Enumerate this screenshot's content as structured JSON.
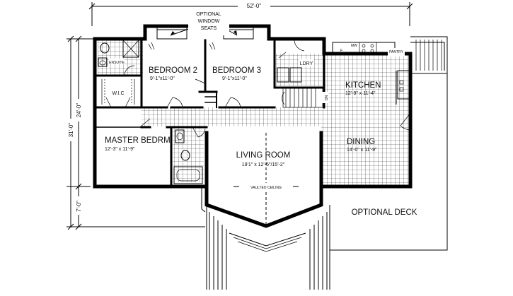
{
  "dimensions": {
    "overall_width": "52'-0\"",
    "overall_depth": "31'-0\"",
    "house_depth": "24'-0\"",
    "deck_depth": "7'-0\""
  },
  "notes": {
    "window_seats_line1": "OPTIONAL",
    "window_seats_line2": "WINDOW",
    "window_seats_line3": "SEATS",
    "vaulted_ceiling": "VAULTED CEILING",
    "optional_deck": "OPTIONAL DECK"
  },
  "rooms": {
    "ensuite": {
      "name": "ENSUITE"
    },
    "wic": {
      "name": "W.I.C"
    },
    "bedroom2": {
      "name": "BEDROOM 2",
      "size": "9'-1\"x11'-0\""
    },
    "bedroom3": {
      "name": "BEDROOM 3",
      "size": "9'-1\"x11'-0\""
    },
    "laundry": {
      "name": "LDRY"
    },
    "kitchen": {
      "name": "KITCHEN",
      "size": "12'-9\" x 11'-4\""
    },
    "master": {
      "name": "MASTER BEDRM",
      "size": "12'-3\" x 11'-9\""
    },
    "living": {
      "name": "LIVING ROOM",
      "size": "19'1\" x 12'-5\"/15'-2\""
    },
    "dining": {
      "name": "DINING",
      "size": "14'-0\" x 11'-9\""
    }
  },
  "fixtures": {
    "fridge": "F",
    "microwave": "MW",
    "pantry": "PANTRY",
    "stair_dn": "DN"
  }
}
